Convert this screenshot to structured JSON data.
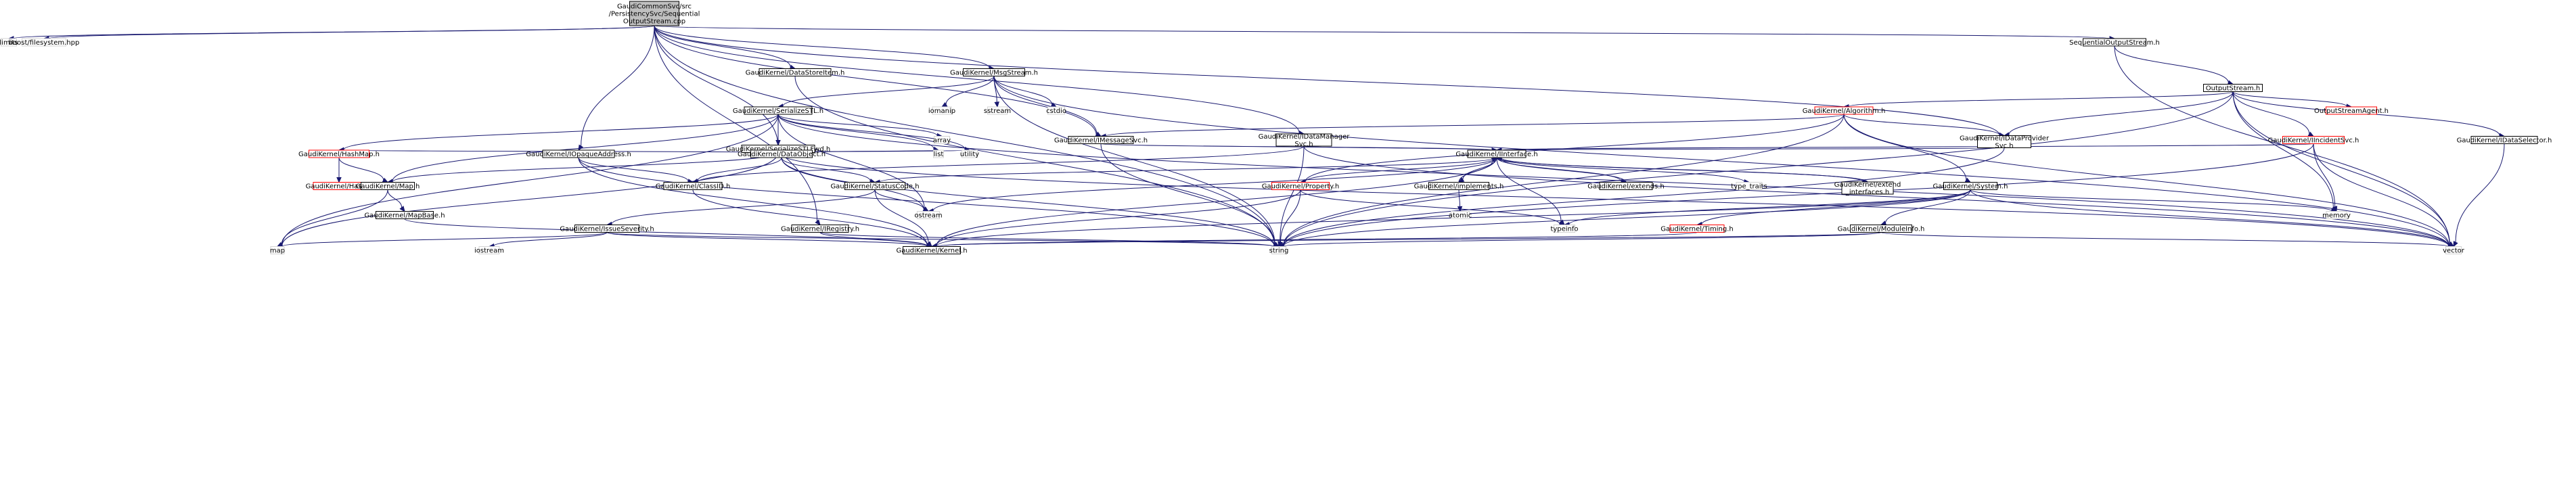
{
  "nodes": [
    {
      "id": "root",
      "lines": [
        "GaudiCommonSvc/src",
        "/PersistencySvc/Sequential",
        "OutputStream.cpp"
      ],
      "style": "root"
    },
    {
      "id": "limits",
      "lines": [
        "limits"
      ],
      "style": "plain"
    },
    {
      "id": "boostfs",
      "lines": [
        "boost/filesystem.hpp"
      ],
      "style": "plain"
    },
    {
      "id": "dataStoreItem",
      "lines": [
        "GaudiKernel/DataStoreItem.h"
      ],
      "style": "boxed"
    },
    {
      "id": "msgStream",
      "lines": [
        "GaudiKernel/MsgStream.h"
      ],
      "style": "boxed"
    },
    {
      "id": "seqOutStream",
      "lines": [
        "SequentialOutputStream.h"
      ],
      "style": "boxed"
    },
    {
      "id": "outputStream",
      "lines": [
        "OutputStream.h"
      ],
      "style": "boxed"
    },
    {
      "id": "iomanip",
      "lines": [
        "iomanip"
      ],
      "style": "plain"
    },
    {
      "id": "sstream",
      "lines": [
        "sstream"
      ],
      "style": "plain"
    },
    {
      "id": "cstdio",
      "lines": [
        "cstdio"
      ],
      "style": "plain"
    },
    {
      "id": "serializeSTL",
      "lines": [
        "GaudiKernel/SerializeSTL.h"
      ],
      "style": "boxed"
    },
    {
      "id": "algorithm",
      "lines": [
        "GaudiKernel/Algorithm.h"
      ],
      "style": "red"
    },
    {
      "id": "outStreamAgent",
      "lines": [
        "OutputStreamAgent.h"
      ],
      "style": "red"
    },
    {
      "id": "array",
      "lines": [
        "array"
      ],
      "style": "plain"
    },
    {
      "id": "imessageSvc",
      "lines": [
        "GaudiKernel/IMessageSvc.h"
      ],
      "style": "boxed"
    },
    {
      "id": "idataManagerSvc",
      "lines": [
        "GaudiKernel/IDataManager",
        "Svc.h"
      ],
      "style": "boxed"
    },
    {
      "id": "idataProviderSvc",
      "lines": [
        "GaudiKernel/IDataProvider",
        "Svc.h"
      ],
      "style": "boxed"
    },
    {
      "id": "iincidentSvc",
      "lines": [
        "GaudiKernel/IIncidentSvc.h"
      ],
      "style": "red"
    },
    {
      "id": "idataSelector",
      "lines": [
        "GaudiKernel/IDataSelector.h"
      ],
      "style": "boxed"
    },
    {
      "id": "serializeSTLFwd",
      "lines": [
        "GaudiKernel/SerializeSTLFwd.h"
      ],
      "style": "boxed"
    },
    {
      "id": "list",
      "lines": [
        "list"
      ],
      "style": "plain"
    },
    {
      "id": "utility",
      "lines": [
        "utility"
      ],
      "style": "plain"
    },
    {
      "id": "hashMap",
      "lines": [
        "GaudiKernel/HashMap.h"
      ],
      "style": "red"
    },
    {
      "id": "iopaqueAddress",
      "lines": [
        "GaudiKernel/IOpaqueAddress.h"
      ],
      "style": "boxed"
    },
    {
      "id": "dataObject",
      "lines": [
        "GaudiKernel/DataObject.h"
      ],
      "style": "boxed"
    },
    {
      "id": "iinterface",
      "lines": [
        "GaudiKernel/IInterface.h"
      ],
      "style": "boxed"
    },
    {
      "id": "hash",
      "lines": [
        "GaudiKernel/Hash.h"
      ],
      "style": "red"
    },
    {
      "id": "gmap",
      "lines": [
        "GaudiKernel/Map.h"
      ],
      "style": "boxed"
    },
    {
      "id": "classID",
      "lines": [
        "GaudiKernel/ClassID.h"
      ],
      "style": "boxed"
    },
    {
      "id": "statusCode",
      "lines": [
        "GaudiKernel/StatusCode.h"
      ],
      "style": "boxed"
    },
    {
      "id": "property",
      "lines": [
        "GaudiKernel/Property.h"
      ],
      "style": "red"
    },
    {
      "id": "implements",
      "lines": [
        "GaudiKernel/implements.h"
      ],
      "style": "boxed"
    },
    {
      "id": "extends",
      "lines": [
        "GaudiKernel/extends.h"
      ],
      "style": "boxed"
    },
    {
      "id": "typeTraits",
      "lines": [
        "type_traits"
      ],
      "style": "plain"
    },
    {
      "id": "extendInterfaces",
      "lines": [
        "GaudiKernel/extend",
        "_interfaces.h"
      ],
      "style": "boxed"
    },
    {
      "id": "system",
      "lines": [
        "GaudiKernel/System.h"
      ],
      "style": "boxed"
    },
    {
      "id": "mapBase",
      "lines": [
        "GaudiKernel/MapBase.h"
      ],
      "style": "boxed"
    },
    {
      "id": "ostream",
      "lines": [
        "ostream"
      ],
      "style": "plain"
    },
    {
      "id": "atomic",
      "lines": [
        "atomic"
      ],
      "style": "plain"
    },
    {
      "id": "memory",
      "lines": [
        "memory"
      ],
      "style": "plain"
    },
    {
      "id": "issueSeverity",
      "lines": [
        "GaudiKernel/IssueSeverity.h"
      ],
      "style": "boxed"
    },
    {
      "id": "iregistry",
      "lines": [
        "GaudiKernel/IRegistry.h"
      ],
      "style": "boxed"
    },
    {
      "id": "typeinfo",
      "lines": [
        "typeinfo"
      ],
      "style": "plain"
    },
    {
      "id": "timing",
      "lines": [
        "GaudiKernel/Timing.h"
      ],
      "style": "red"
    },
    {
      "id": "moduleInfo",
      "lines": [
        "GaudiKernel/ModuleInfo.h"
      ],
      "style": "boxed"
    },
    {
      "id": "map",
      "lines": [
        "map"
      ],
      "style": "plain"
    },
    {
      "id": "iostream",
      "lines": [
        "iostream"
      ],
      "style": "plain"
    },
    {
      "id": "kernel",
      "lines": [
        "GaudiKernel/Kernel.h"
      ],
      "style": "boxed"
    },
    {
      "id": "string",
      "lines": [
        "string"
      ],
      "style": "plain"
    },
    {
      "id": "vector",
      "lines": [
        "vector"
      ],
      "style": "plain"
    }
  ],
  "edges": [
    [
      "root",
      "limits"
    ],
    [
      "root",
      "boostfs"
    ],
    [
      "root",
      "dataStoreItem"
    ],
    [
      "root",
      "msgStream"
    ],
    [
      "root",
      "seqOutStream"
    ],
    [
      "root",
      "iopaqueAddress"
    ],
    [
      "root",
      "dataObject"
    ],
    [
      "root",
      "idataManagerSvc"
    ],
    [
      "root",
      "idataProviderSvc"
    ],
    [
      "root",
      "iregistry"
    ],
    [
      "root",
      "imessageSvc"
    ],
    [
      "root",
      "string"
    ],
    [
      "seqOutStream",
      "outputStream"
    ],
    [
      "seqOutStream",
      "vector"
    ],
    [
      "outputStream",
      "algorithm"
    ],
    [
      "outputStream",
      "outStreamAgent"
    ],
    [
      "outputStream",
      "iincidentSvc"
    ],
    [
      "outputStream",
      "idataSelector"
    ],
    [
      "outputStream",
      "idataProviderSvc"
    ],
    [
      "outputStream",
      "memory"
    ],
    [
      "outputStream",
      "string"
    ],
    [
      "outputStream",
      "vector"
    ],
    [
      "msgStream",
      "iomanip"
    ],
    [
      "msgStream",
      "sstream"
    ],
    [
      "msgStream",
      "cstdio"
    ],
    [
      "msgStream",
      "serializeSTL"
    ],
    [
      "msgStream",
      "imessageSvc"
    ],
    [
      "msgStream",
      "string"
    ],
    [
      "msgStream",
      "vector"
    ],
    [
      "dataStoreItem",
      "string"
    ],
    [
      "serializeSTL",
      "array"
    ],
    [
      "serializeSTL",
      "serializeSTLFwd"
    ],
    [
      "serializeSTL",
      "list"
    ],
    [
      "serializeSTL",
      "utility"
    ],
    [
      "serializeSTL",
      "hashMap"
    ],
    [
      "serializeSTL",
      "gmap"
    ],
    [
      "serializeSTL",
      "map"
    ],
    [
      "serializeSTL",
      "ostream"
    ],
    [
      "serializeSTL",
      "vector"
    ],
    [
      "serializeSTLFwd",
      "list"
    ],
    [
      "serializeSTLFwd",
      "utility"
    ],
    [
      "serializeSTLFwd",
      "hashMap"
    ],
    [
      "serializeSTLFwd",
      "gmap"
    ],
    [
      "serializeSTLFwd",
      "map"
    ],
    [
      "serializeSTLFwd",
      "vector"
    ],
    [
      "algorithm",
      "imessageSvc"
    ],
    [
      "algorithm",
      "property"
    ],
    [
      "algorithm",
      "system"
    ],
    [
      "algorithm",
      "idataProviderSvc"
    ],
    [
      "algorithm",
      "vector"
    ],
    [
      "algorithm",
      "string"
    ],
    [
      "imessageSvc",
      "iinterface"
    ],
    [
      "imessageSvc",
      "string"
    ],
    [
      "idataManagerSvc",
      "iinterface"
    ],
    [
      "idataManagerSvc",
      "classID"
    ],
    [
      "idataManagerSvc",
      "string"
    ],
    [
      "idataManagerSvc",
      "vector"
    ],
    [
      "idataProviderSvc",
      "iinterface"
    ],
    [
      "idataProviderSvc",
      "string"
    ],
    [
      "iincidentSvc",
      "iinterface"
    ],
    [
      "iincidentSvc",
      "string"
    ],
    [
      "iincidentSvc",
      "vector"
    ],
    [
      "iincidentSvc",
      "memory"
    ],
    [
      "idataSelector",
      "vector"
    ],
    [
      "hashMap",
      "hash"
    ],
    [
      "hashMap",
      "gmap"
    ],
    [
      "iopaqueAddress",
      "classID"
    ],
    [
      "iopaqueAddress",
      "kernel"
    ],
    [
      "iopaqueAddress",
      "string"
    ],
    [
      "dataObject",
      "classID"
    ],
    [
      "dataObject",
      "statusCode"
    ],
    [
      "dataObject",
      "ostream"
    ],
    [
      "dataObject",
      "string"
    ],
    [
      "iinterface",
      "kernel"
    ],
    [
      "iinterface",
      "statusCode"
    ],
    [
      "iinterface",
      "property"
    ],
    [
      "iinterface",
      "implements"
    ],
    [
      "iinterface",
      "extends"
    ],
    [
      "iinterface",
      "typeTraits"
    ],
    [
      "iinterface",
      "extendInterfaces"
    ],
    [
      "iinterface",
      "ostream"
    ],
    [
      "iinterface",
      "typeinfo"
    ],
    [
      "implements",
      "iinterface"
    ],
    [
      "implements",
      "atomic"
    ],
    [
      "extends",
      "iinterface"
    ],
    [
      "extendInterfaces",
      "iinterface"
    ],
    [
      "gmap",
      "mapBase"
    ],
    [
      "gmap",
      "map"
    ],
    [
      "mapBase",
      "kernel"
    ],
    [
      "classID",
      "kernel"
    ],
    [
      "statusCode",
      "issueSeverity"
    ],
    [
      "statusCode",
      "kernel"
    ],
    [
      "statusCode",
      "ostream"
    ],
    [
      "property",
      "kernel"
    ],
    [
      "property",
      "string"
    ],
    [
      "property",
      "typeinfo"
    ],
    [
      "issueSeverity",
      "kernel"
    ],
    [
      "issueSeverity",
      "map"
    ],
    [
      "issueSeverity",
      "iostream"
    ],
    [
      "issueSeverity",
      "string"
    ],
    [
      "iregistry",
      "kernel"
    ],
    [
      "iregistry",
      "string"
    ],
    [
      "system",
      "kernel"
    ],
    [
      "system",
      "typeinfo"
    ],
    [
      "system",
      "timing"
    ],
    [
      "system",
      "moduleInfo"
    ],
    [
      "system",
      "string"
    ],
    [
      "system",
      "vector"
    ],
    [
      "system",
      "memory"
    ],
    [
      "timing",
      "kernel"
    ],
    [
      "moduleInfo",
      "kernel"
    ],
    [
      "moduleInfo",
      "string"
    ],
    [
      "moduleInfo",
      "vector"
    ]
  ]
}
